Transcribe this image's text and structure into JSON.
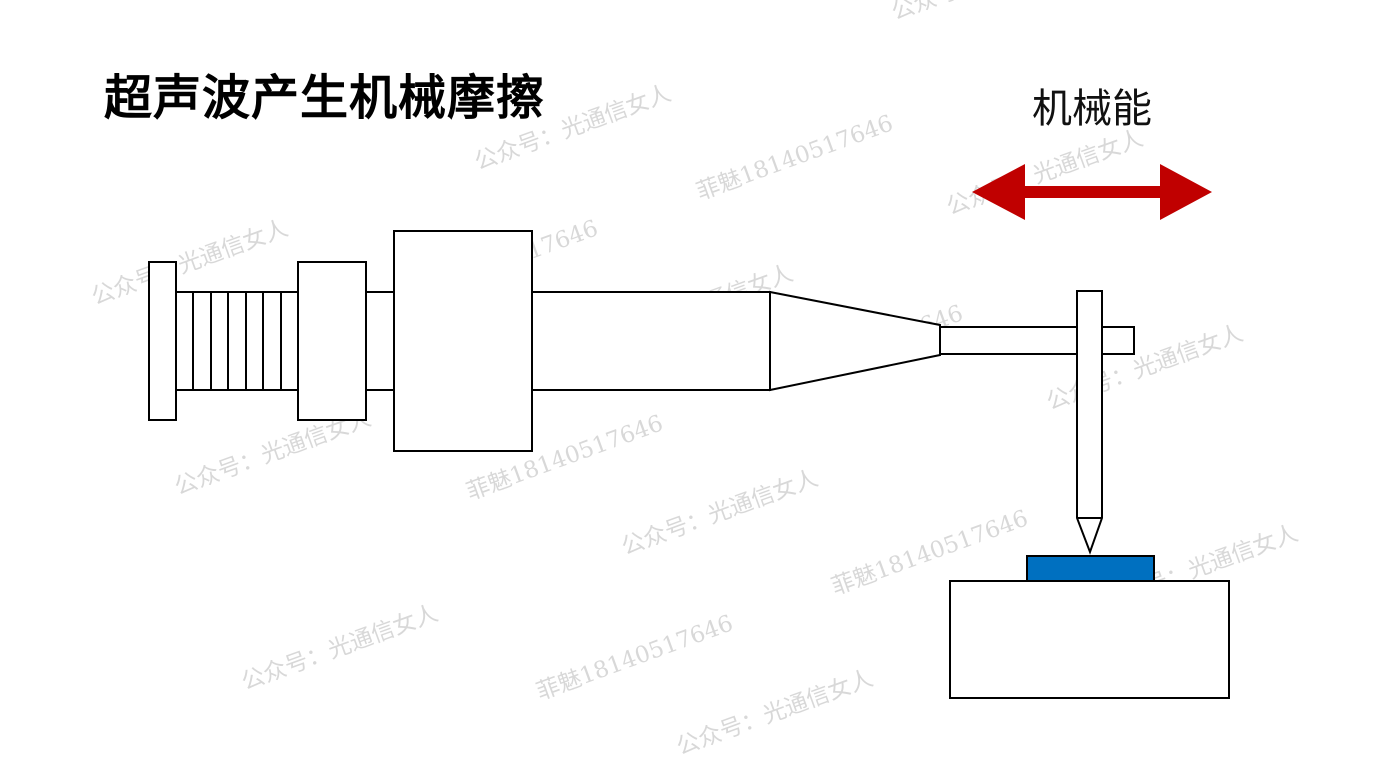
{
  "title": "超声波产生机械摩擦",
  "energy_label": "机械能",
  "watermarks": {
    "account": "公众号：光通信女人",
    "contact": "菲魅18140517646"
  },
  "colors": {
    "arrow": "#c00000",
    "workpiece": "#0070c0",
    "stroke": "#000000"
  }
}
